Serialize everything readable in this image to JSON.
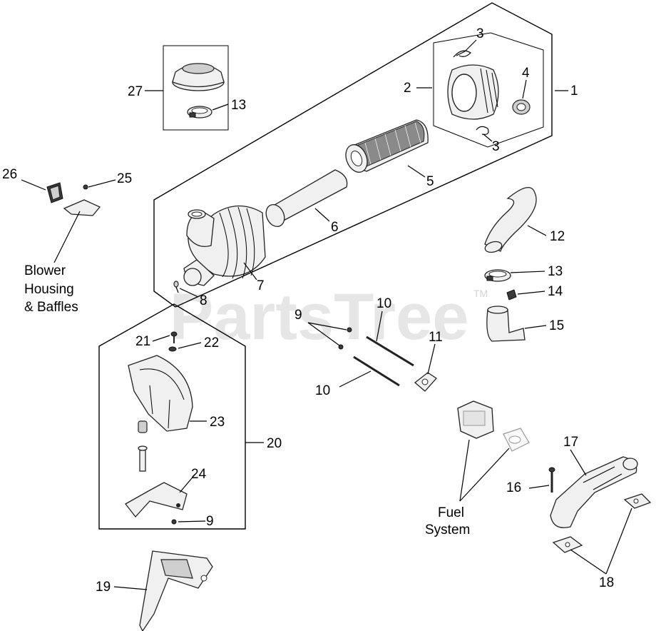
{
  "watermark": {
    "text": "PartsTree",
    "trademark": "TM"
  },
  "callouts": {
    "c1": "1",
    "c2": "2",
    "c3a": "3",
    "c3b": "3",
    "c4": "4",
    "c5": "5",
    "c6": "6",
    "c7": "7",
    "c8": "8",
    "c9a": "9",
    "c9b": "9",
    "c10a": "10",
    "c10b": "10",
    "c11": "11",
    "c12": "12",
    "c13a": "13",
    "c13b": "13",
    "c14": "14",
    "c15": "15",
    "c16": "16",
    "c17": "17",
    "c18": "18",
    "c19": "19",
    "c20": "20",
    "c21": "21",
    "c22": "22",
    "c23": "23",
    "c24": "24",
    "c25": "25",
    "c26": "26",
    "c27": "27"
  },
  "captions": {
    "blower": [
      "Blower",
      "Housing",
      "& Baffles"
    ],
    "fuel": [
      "Fuel",
      "System"
    ]
  }
}
